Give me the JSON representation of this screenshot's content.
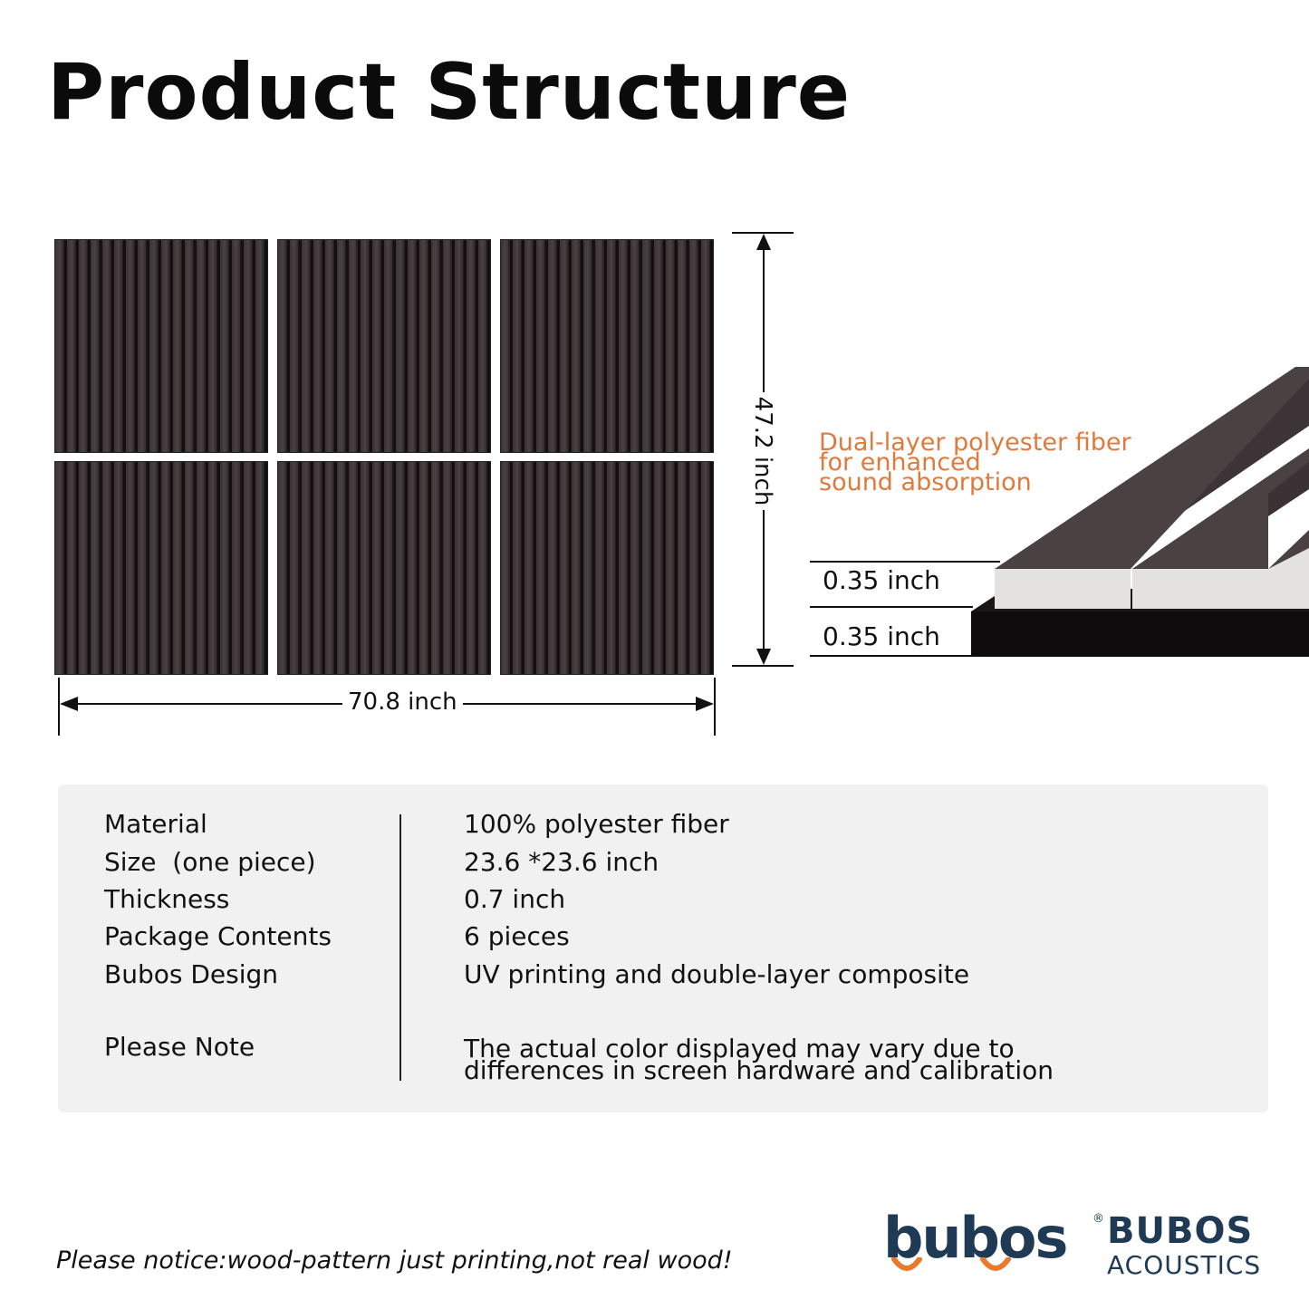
{
  "title": "Product Structure",
  "dimensions": {
    "width_label": "70.8 inch",
    "height_label": "47.2 inch",
    "layer_top_label": "0.35 inch",
    "layer_bottom_label": "0.35 inch"
  },
  "callout": {
    "line1": "Dual-layer polyester fiber",
    "line2": "for enhanced",
    "line3": "sound absorption"
  },
  "specs": [
    {
      "label": "Material",
      "value": "100% polyester fiber"
    },
    {
      "label": "Size  (one piece)",
      "value": "23.6 *23.6 inch"
    },
    {
      "label": "Thickness",
      "value": "0.7 inch"
    },
    {
      "label": "Package Contents",
      "value": "6 pieces"
    },
    {
      "label": "Bubos Design",
      "value": "UV printing and double-layer composite"
    }
  ],
  "note": {
    "label": "Please Note",
    "line1": "The actual color displayed may vary due to",
    "line2": "differences in screen hardware and calibration"
  },
  "footer_notice": "Please notice:wood-pattern just printing,not real wood!",
  "logo": {
    "wordmark": "bubos",
    "registered": "®",
    "brand": "BUBOS",
    "sub": "ACOUSTICS"
  },
  "colors": {
    "accent_orange": "#e07a3c",
    "brand_navy": "#1f3a55",
    "panel_dark": "#3a3234",
    "spec_bg": "#f1f1f1"
  }
}
